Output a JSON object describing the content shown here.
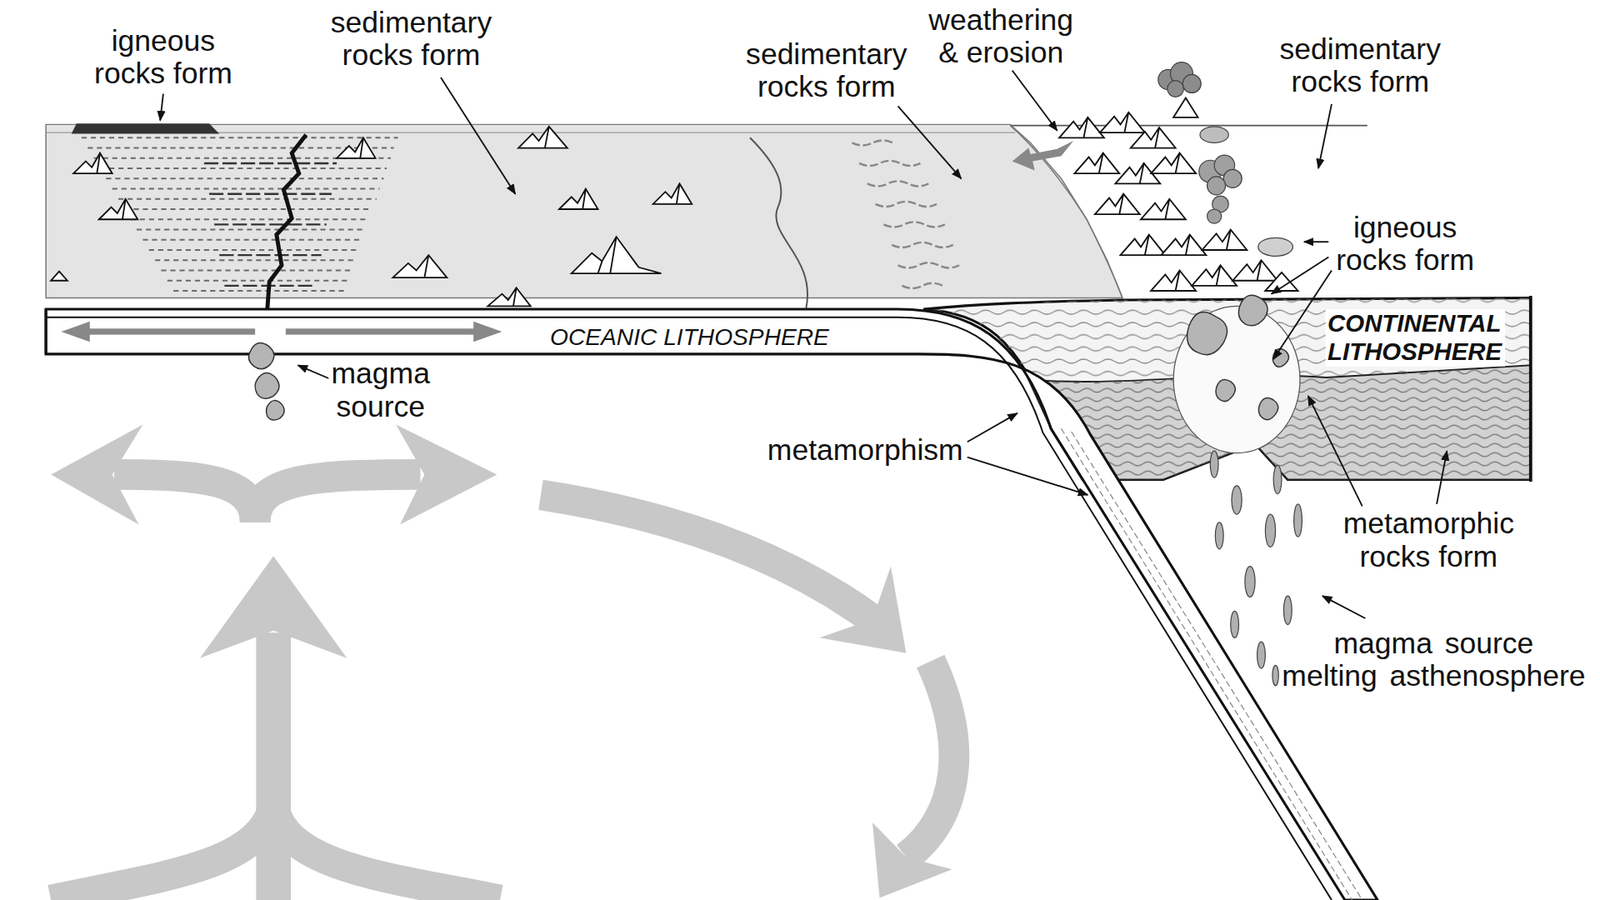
{
  "diagram": {
    "labels": [
      "igneous rocks form",
      "sedimentary rocks form",
      "sedimentary rocks form",
      "weathering & erosion",
      "sedimentary rocks form",
      "igneous rocks form",
      "CONTINENTAL LITHOSPHERE",
      "OCEANIC LITHOSPHERE",
      "magma source",
      "metamorphism",
      "metamorphic rocks form",
      "magma source melting asthenosphere"
    ]
  }
}
